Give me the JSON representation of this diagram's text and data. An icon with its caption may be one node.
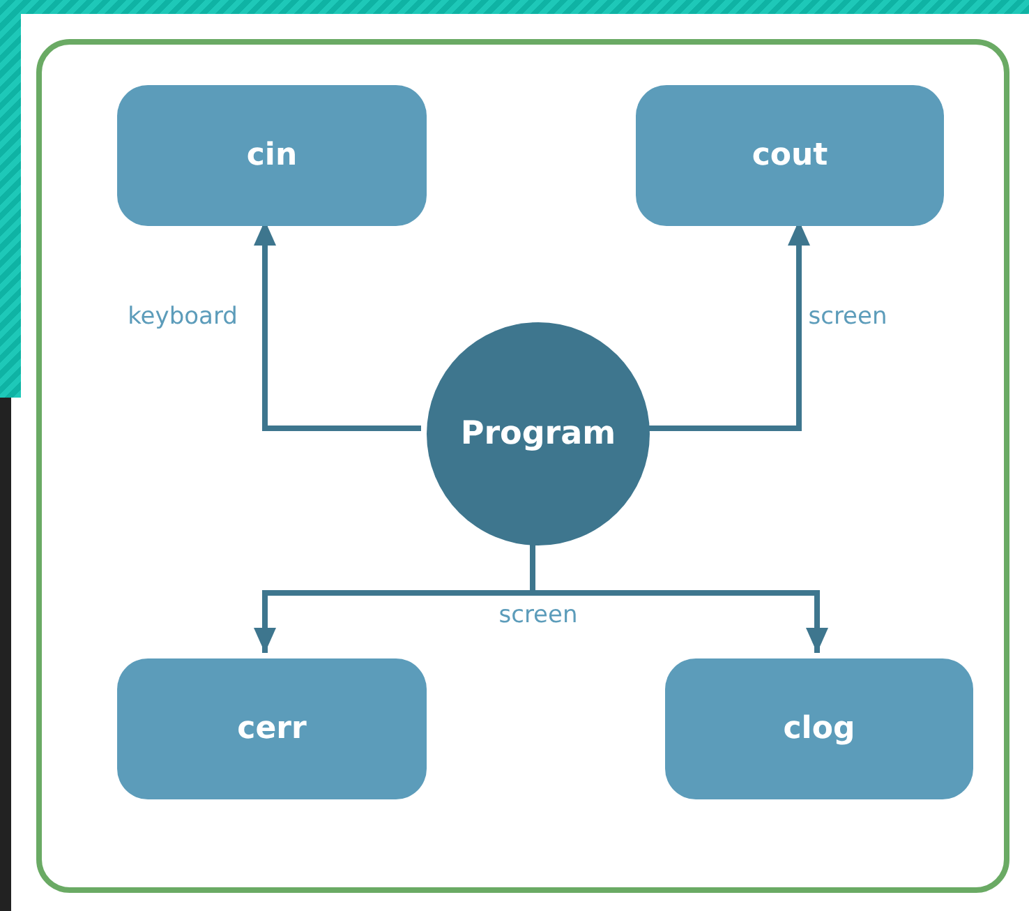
{
  "diagram": {
    "nodes": [
      {
        "text": [],
        "shape": "box"
      },
      {
        "text": [
          "cin"
        ],
        "in": 0
      },
      {
        "text": [
          "cout"
        ],
        "in": 0
      },
      {
        "text": [
          "Program"
        ],
        "in": 0
      },
      {
        "text": [
          "cerr"
        ],
        "in": 0
      },
      {
        "text": [
          "clog"
        ],
        "in": 0
      }
    ],
    "edges": [
      {
        "from": 3,
        "to": 1,
        "arrow": "to",
        "label": "keyboard"
      },
      {
        "from": 3,
        "to": 2,
        "arrow": "to",
        "label": "screen"
      },
      {
        "from": 3,
        "to": 4,
        "arrow": "to",
        "label": "screen"
      },
      {
        "from": 3,
        "to": 5,
        "arrow": "to"
      }
    ]
  }
}
